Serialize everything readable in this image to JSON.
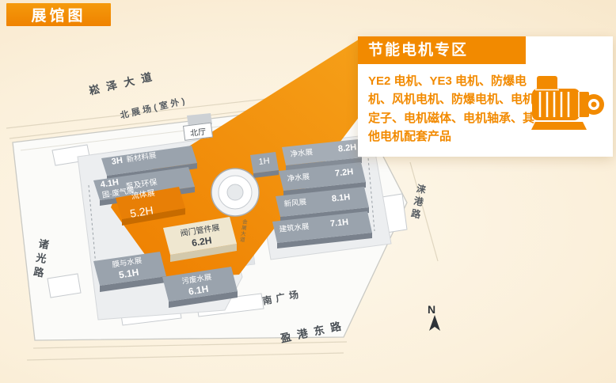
{
  "page": {
    "banner": "展馆图"
  },
  "callout": {
    "title": "节能电机专区",
    "body": "YE2 电机、YE3 电机、防爆电机、风机电机、防爆电机、电机定子、电机磁体、电机轴承、其他电机配套产品",
    "accent": "#f28a00"
  },
  "map": {
    "compass": "N",
    "roads": {
      "songze": "崧泽大道",
      "north_ground": "北展场(室外)",
      "zhuguang": "诸光路",
      "laigang": "涞港路",
      "yinggang": "盈港东路",
      "south_square": "南广场",
      "north_hall": "北厅",
      "axis": "会展大道"
    },
    "halls": {
      "h3": {
        "number": "3H",
        "name": "新材料展"
      },
      "h41": {
        "number": "4.1H",
        "name": "固·废气展"
      },
      "h52": {
        "number": "5.2H",
        "name": "泵及环保流体展"
      },
      "h51": {
        "number": "5.1H",
        "name": "膜与水展"
      },
      "h61": {
        "number": "6.1H",
        "name": "污废水展"
      },
      "h62": {
        "number": "6.2H",
        "name": "阀门管件展"
      },
      "h1": {
        "number": "1H"
      },
      "h82": {
        "number": "8.2H",
        "name": "净水展"
      },
      "h72": {
        "number": "7.2H",
        "name": "净水展"
      },
      "h81": {
        "number": "8.1H",
        "name": "新风展"
      },
      "h71": {
        "number": "7.1H",
        "name": "建筑水展"
      }
    }
  }
}
